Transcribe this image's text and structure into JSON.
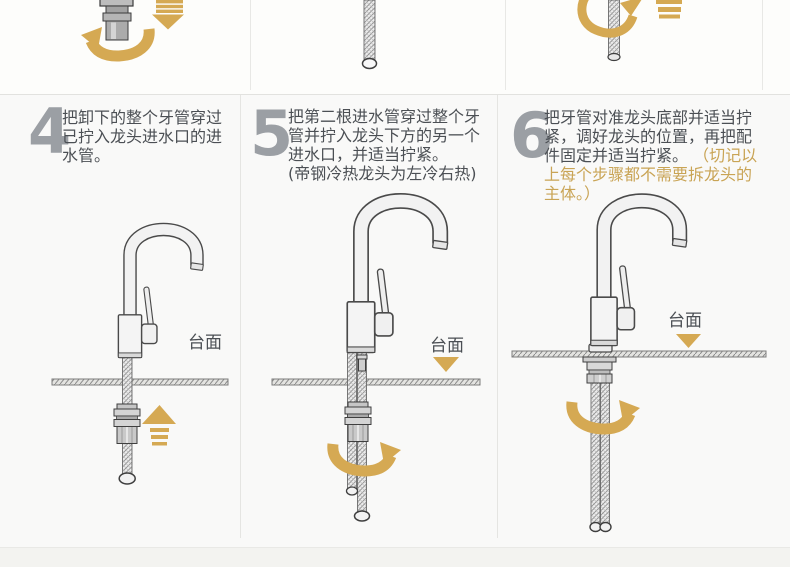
{
  "steps": [
    {
      "number": "4",
      "instruction": "把卸下的整个牙管穿过已拧入龙头进水口的进水管。",
      "countertop_label": "台面"
    },
    {
      "number": "5",
      "instruction": "把第二根进水管穿过整个牙管并拧入龙头下方的另一个进水口，并适当拧紧。",
      "note": "(帝钢冷热龙头为左冷右热)",
      "countertop_label": "台面"
    },
    {
      "number": "6",
      "instruction": "把牙管对准龙头底部并适当拧紧，调好龙头的位置，再把配件固定并适当拧紧。",
      "note": "（切记以上每个步骤都不需要拆龙头的主体。）",
      "countertop_label": "台面"
    }
  ],
  "colors": {
    "accent_gold": "#d5a953",
    "note_gold": "#c9a455",
    "numeral_gray": "#9b9fa4",
    "text_gray": "#4b4f54"
  },
  "icons": {
    "rotate": "curved-rotate-arrow",
    "up": "up-arrow",
    "down": "down-arrow",
    "screw": "circular-screw-arrow"
  }
}
